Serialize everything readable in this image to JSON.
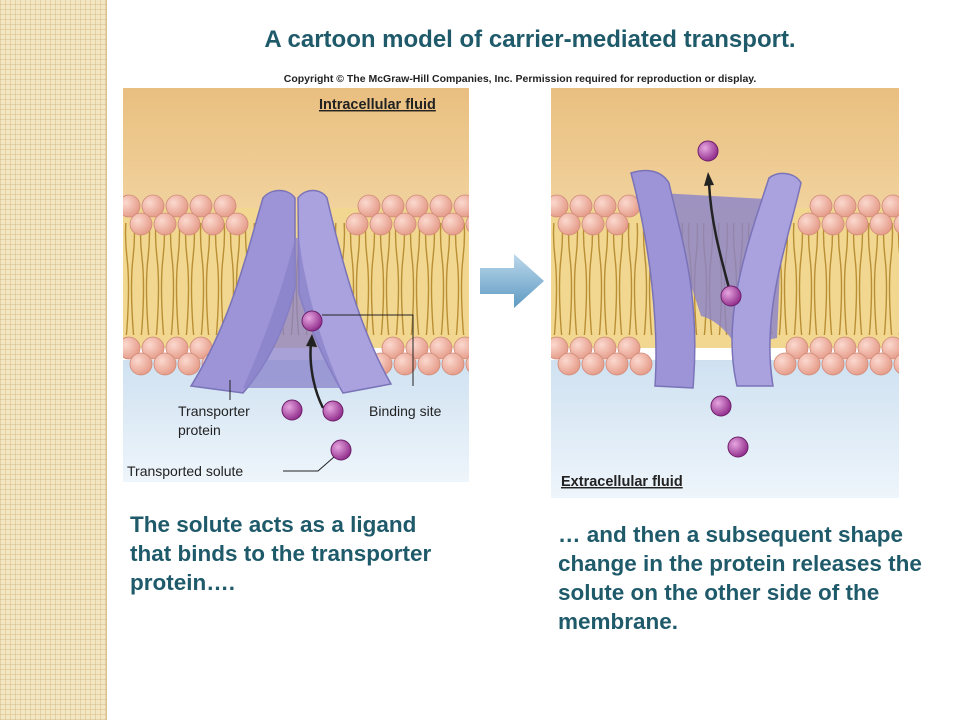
{
  "title": "A cartoon model of carrier-mediated transport.",
  "copyright": "Copyright © The McGraw-Hill Companies, Inc. Permission required for reproduction or display.",
  "left_panel": {
    "region_label": "Intracellular fluid",
    "transporter_label_line1": "Transporter",
    "transporter_label_line2": "protein",
    "binding_site_label": "Binding site",
    "solute_label": "Transported solute"
  },
  "right_panel": {
    "region_label": "Extracellular fluid"
  },
  "captions": {
    "left": "The solute acts as a ligand that binds to the transporter protein….",
    "right": "… and then a subsequent shape change in the protein releases the solute on the other side of the membrane."
  },
  "colors": {
    "title_text": "#1f5a6a",
    "intracellular": "#ecc58a",
    "extracellular": "#dbe9f5",
    "phospholipid_head": "#f0b2a2",
    "protein": "#9d96d6",
    "solute": "#a23a9c",
    "arrow": "#7fb3d3"
  }
}
